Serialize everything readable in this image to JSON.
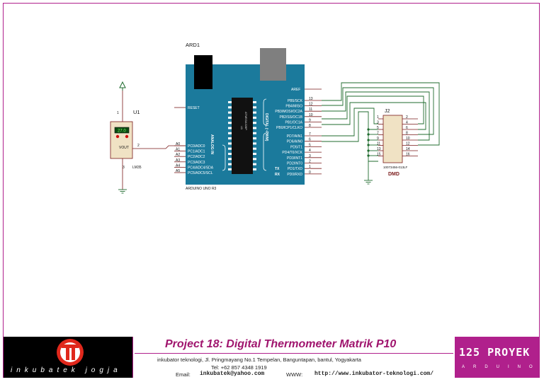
{
  "schematic": {
    "arduino_ref": "ARD1",
    "arduino_name": "ARDUINO UNO R3",
    "reset_label": "RESET",
    "aref_label": "AREF",
    "analog_title": "ANALOG IN",
    "digital_title": "DIGITAL (~PWM)",
    "chip_label_1": "ATMEGA328P",
    "chip_label_2": "U1",
    "tx_label": "TX",
    "rx_label": "RX",
    "analog_pins": [
      "PC0/ADC0",
      "PC1/ADC1",
      "PC2/ADC2",
      "PC3/ADC3",
      "PC4/ADC4/SDA",
      "PC5/ADC5/SCL"
    ],
    "analog_nums": [
      "A0",
      "A1",
      "A2",
      "A3",
      "A4",
      "A5"
    ],
    "digital_pins_top": [
      "PB5/SCK",
      "PB4/MISO",
      "PB3/MOSI/OC2A",
      "PB2/SS/OC1B",
      "PB1/OC1A",
      "PB0/ICP1/CLKO"
    ],
    "digital_nums_top": [
      "13",
      "12",
      "11",
      "10",
      "9",
      "8"
    ],
    "digital_pins_bottom": [
      "PD7/AIN1",
      "PD6/AIN0",
      "PD5/T1",
      "PD4/T0/XCK",
      "PD3/INT1",
      "PD2/INT0",
      "PD1/TXD",
      "PD0/RXD"
    ],
    "digital_nums_bottom": [
      "7",
      "6",
      "5",
      "4",
      "3",
      "2",
      "1",
      "0"
    ],
    "sensor_ref": "U1",
    "sensor_model": "LM35",
    "sensor_out": "VOUT",
    "sensor_pin1": "1",
    "sensor_pin2": "2",
    "sensor_pin3": "3",
    "sensor_display": "27.0",
    "connector_ref": "J2",
    "connector_part": "10073456-013LF",
    "connector_name": "DMD",
    "connector_left_pins": [
      "1",
      "3",
      "5",
      "7",
      "9",
      "11",
      "13",
      "15"
    ],
    "connector_right_pins": [
      "2",
      "4",
      "6",
      "8",
      "10",
      "12",
      "14",
      "16"
    ]
  },
  "title_block": {
    "title": "Project 18: Digital Thermometer Matrik P10",
    "company": "inkubator teknologi, Jl. Pringmayang No.1 Tempelan, Banguntapan, bantul, Yogyakarta",
    "tel": "Tel:  +62 857 4348 1919",
    "email_label": "Email:",
    "email": "inkubatek@yahoo.com",
    "www_label": "WWW:",
    "website": "http://www.inkubator-teknologi.com/",
    "brand": "inkubatek jogja",
    "right_title": "125 PROYEK",
    "right_subtitle": "ARDUINO"
  },
  "colors": {
    "board": "#1b7a9c",
    "border": "#b0208c",
    "title": "#a0156e",
    "wire": "#7a1a1a",
    "net": "#1f6b2e",
    "logo_red": "#e0281c"
  }
}
